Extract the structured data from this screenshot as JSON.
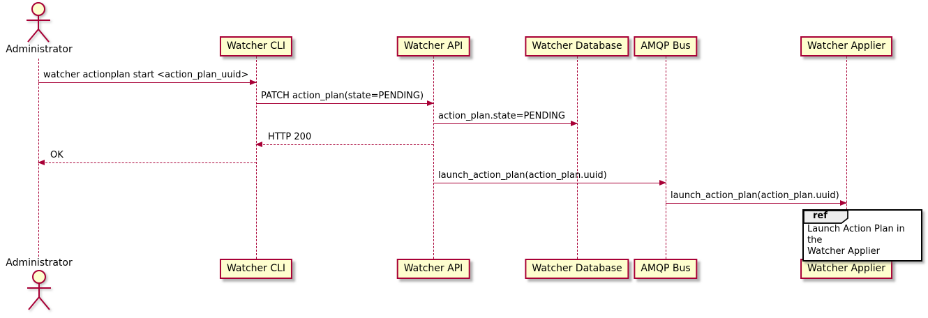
{
  "diagram": {
    "type": "sequence-diagram",
    "colors": {
      "accent": "#A80036",
      "participant_fill": "#FEFECE",
      "ref_header_fill": "#EEEEEE",
      "text": "#000000"
    },
    "actor": {
      "name": "Administrator"
    },
    "participants": [
      {
        "label": "Watcher CLI"
      },
      {
        "label": "Watcher API"
      },
      {
        "label": "Watcher Database"
      },
      {
        "label": "AMQP Bus"
      },
      {
        "label": "Watcher Applier"
      }
    ],
    "messages": [
      {
        "label": "watcher actionplan start <action_plan_uuid>",
        "from": "Administrator",
        "to": "Watcher CLI",
        "line": "solid",
        "direction": "right"
      },
      {
        "label": "PATCH action_plan(state=PENDING)",
        "from": "Watcher CLI",
        "to": "Watcher API",
        "line": "solid",
        "direction": "right"
      },
      {
        "label": "action_plan.state=PENDING",
        "from": "Watcher API",
        "to": "Watcher Database",
        "line": "solid",
        "direction": "right"
      },
      {
        "label": "HTTP 200",
        "from": "Watcher API",
        "to": "Watcher CLI",
        "line": "dashed",
        "direction": "left"
      },
      {
        "label": "OK",
        "from": "Watcher CLI",
        "to": "Administrator",
        "line": "dashed",
        "direction": "left"
      },
      {
        "label": "launch_action_plan(action_plan.uuid)",
        "from": "Watcher API",
        "to": "AMQP Bus",
        "line": "solid",
        "direction": "right"
      },
      {
        "label": "launch_action_plan(action_plan.uuid)",
        "from": "AMQP Bus",
        "to": "Watcher Applier",
        "line": "solid",
        "direction": "right"
      }
    ],
    "ref": {
      "keyword": "ref",
      "line1": "Launch Action Plan in the",
      "line2": "Watcher Applier"
    }
  }
}
